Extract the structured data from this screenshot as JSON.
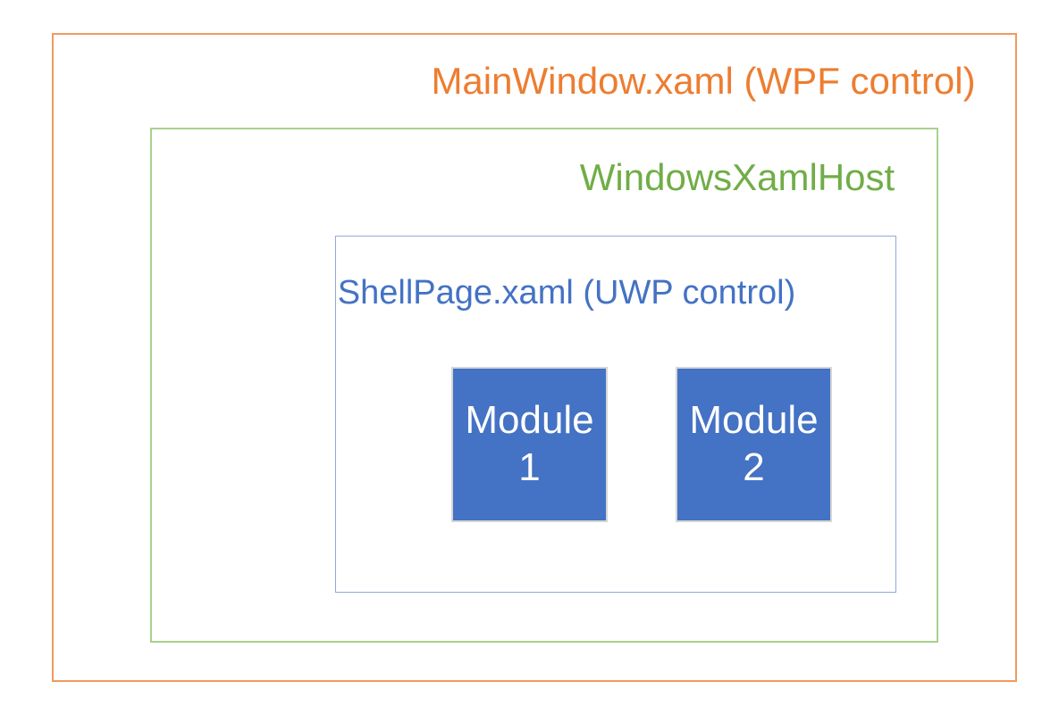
{
  "diagram": {
    "title": "MainWindow.xaml (WPF control)",
    "outer_box": {
      "label": "MainWindow.xaml (WPF control)",
      "text_color": "#ED7D31",
      "border_color": "#F09A5F"
    },
    "host_box": {
      "label": "WindowsXamlHost",
      "text_color": "#70AD47",
      "border_color": "#A9D18E"
    },
    "shell_box": {
      "label": "ShellPage.xaml (UWP control)",
      "text_color": "#4472C4",
      "border_color": "#8FAADC"
    },
    "modules": [
      {
        "label_line1": "Module",
        "label_line2": "1"
      },
      {
        "label_line1": "Module",
        "label_line2": "2"
      }
    ],
    "module_style": {
      "fill_color": "#4472C4",
      "border_color": "#D6D6D6",
      "text_color": "#FFFFFF"
    },
    "background_color": "#FFFFFF"
  }
}
